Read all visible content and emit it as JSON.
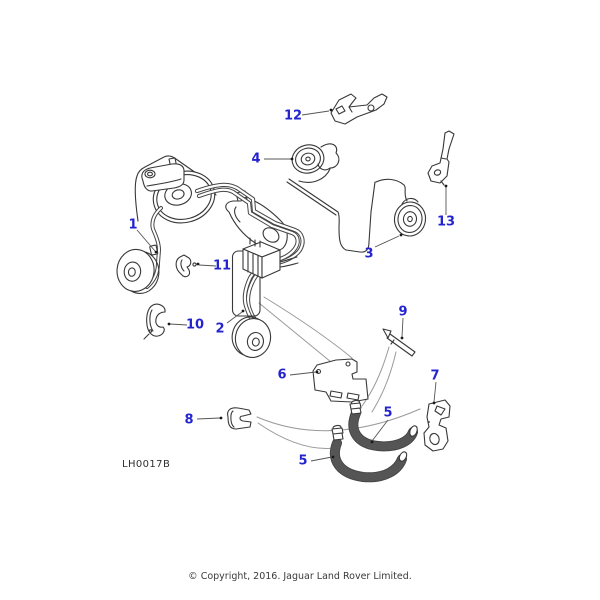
{
  "colors": {
    "callout_accent": "#2424cf",
    "line_dark": "#383838",
    "leader_gray": "#9a9a9a"
  },
  "diagram": {
    "code": "LH0017B",
    "description": "brake-pipes-and-hoses-exploded-diagram"
  },
  "callouts": {
    "n1": "1",
    "n2": "2",
    "n3": "3",
    "n4": "4",
    "n5": "5",
    "n6": "6",
    "n7": "7",
    "n8": "8",
    "n9": "9",
    "n10": "10",
    "n11": "11",
    "n12": "12",
    "n13": "13"
  },
  "footer": {
    "copyright": "© Copyright, 2016. Jaguar Land Rover Limited."
  }
}
